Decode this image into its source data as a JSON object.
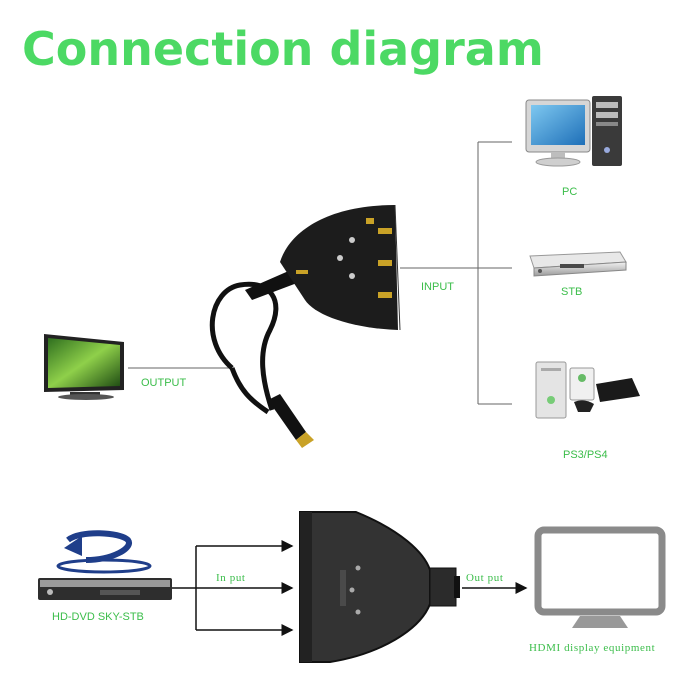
{
  "title": "Connection diagram",
  "top_section": {
    "devices": [
      {
        "name": "PC",
        "icon": "pc-icon"
      },
      {
        "name": "STB",
        "icon": "set-top-box-icon"
      },
      {
        "name": "PS3/PS4",
        "icon": "game-console-icon"
      }
    ],
    "input_label": "INPUT",
    "output_label": "OUTPUT",
    "output_device_icon": "tv-icon",
    "switch_icon": "hdmi-switch-icon"
  },
  "bottom_section": {
    "source_label": "HD-DVD SKY-STB",
    "source_icon": "blu-ray-player-icon",
    "input_label": "In put",
    "output_label": "Out put",
    "display_label": "HDMI display equipment",
    "display_icon": "monitor-icon"
  },
  "colors": {
    "title": "#4cd964",
    "labels": "#3bbd4a",
    "lines": "#555555"
  }
}
